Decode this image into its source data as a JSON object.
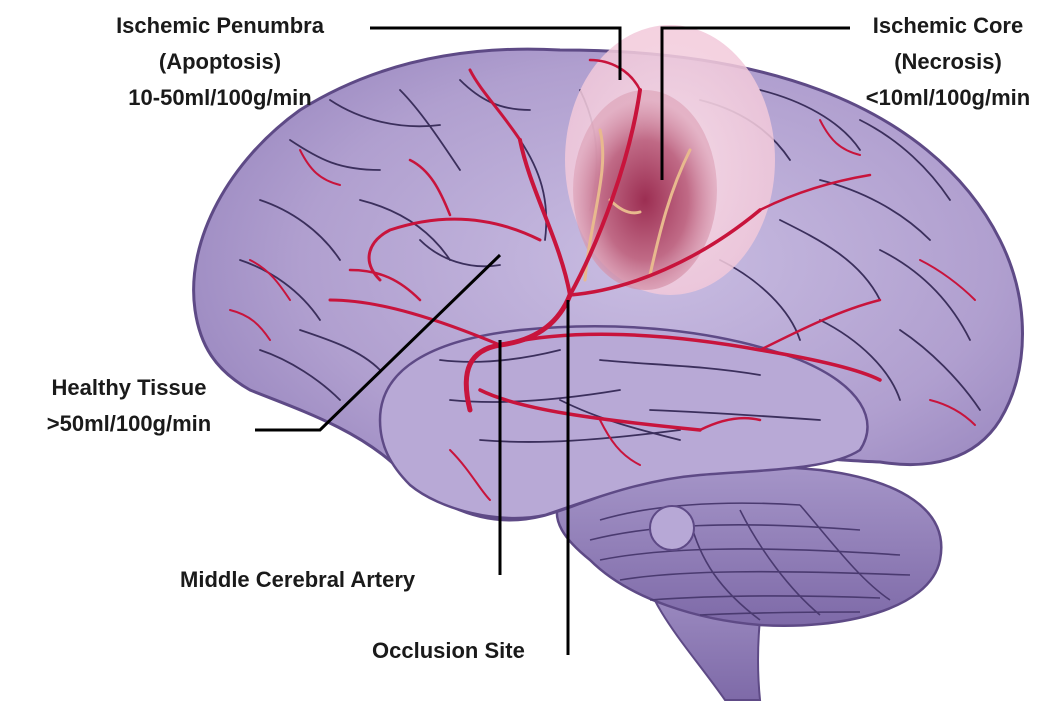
{
  "labels": {
    "penumbra": {
      "line1": "Ischemic Penumbra",
      "line2": "(Apoptosis)",
      "line3": "10-50ml/100g/min"
    },
    "core": {
      "line1": "Ischemic Core",
      "line2": "(Necrosis)",
      "line3": "<10ml/100g/min"
    },
    "healthy": {
      "line1": "Healthy Tissue",
      "line2": ">50ml/100g/min"
    },
    "mca": {
      "text": "Middle Cerebral Artery"
    },
    "occlusion": {
      "text": "Occlusion Site"
    }
  },
  "colors": {
    "brain_fill": "#b3a2d2",
    "brain_stroke": "#5e4a86",
    "vessel": "#c8143c",
    "penumbra": "#f4d0e0",
    "core": "#b05a78",
    "leader": "#000000"
  }
}
